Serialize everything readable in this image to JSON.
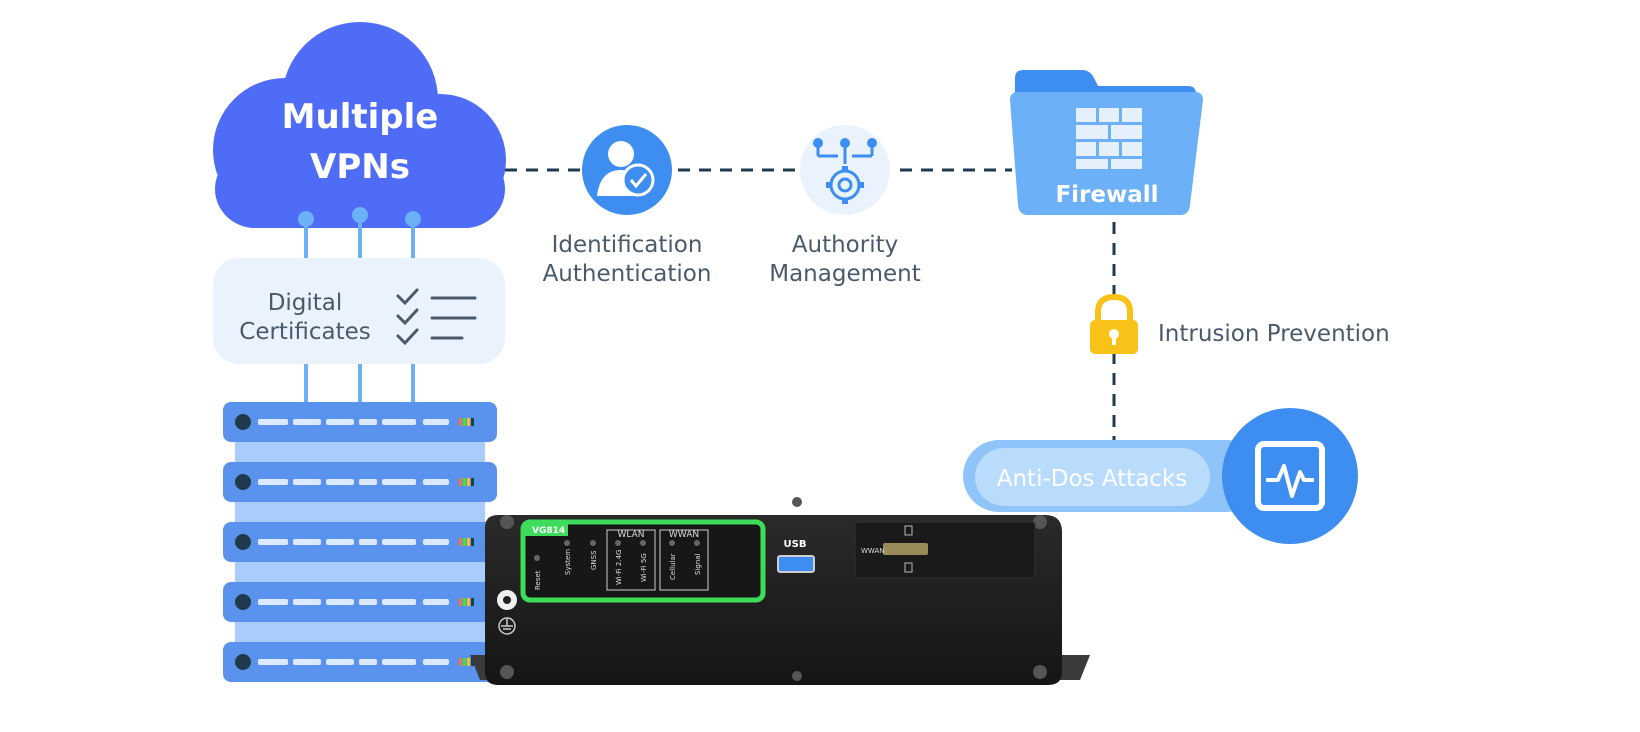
{
  "cloud": {
    "label_line1": "Multiple",
    "label_line2": "VPNs",
    "color": "#4f6cf6"
  },
  "certificates": {
    "label_line1": "Digital",
    "label_line2": "Certificates"
  },
  "identification": {
    "label_line1": "Identification",
    "label_line2": "Authentication",
    "icon": "user-check-icon"
  },
  "authority": {
    "label_line1": "Authority",
    "label_line2": "Management",
    "icon": "gear-network-icon"
  },
  "firewall": {
    "label": "Firewall",
    "icon": "brick-wall-icon"
  },
  "intrusion": {
    "label": "Intrusion Prevention",
    "icon": "lock-icon"
  },
  "antidos": {
    "label": "Anti-Dos Attacks",
    "icon": "monitor-pulse-icon"
  },
  "device": {
    "model": "VG814",
    "reset_label": "Reset",
    "system_label": "System",
    "gnss_label": "GNSS",
    "wlan_label": "WLAN",
    "wifi24_label": "Wi-Fi 2.4G",
    "wifi5_label": "Wi-Fi 5G",
    "wwan_label": "WWAN",
    "cellular_label": "Cellular",
    "signal_label": "Signal",
    "usb_label": "USB",
    "wwan_slot_label": "WWAN"
  },
  "colors": {
    "accent": "#3d8ef0",
    "light_blue": "#6cb0f7",
    "line": "#1f3b4d",
    "text": "#4a5a6a",
    "server": "#5a93ee",
    "led_green": "#3ddc5a"
  }
}
